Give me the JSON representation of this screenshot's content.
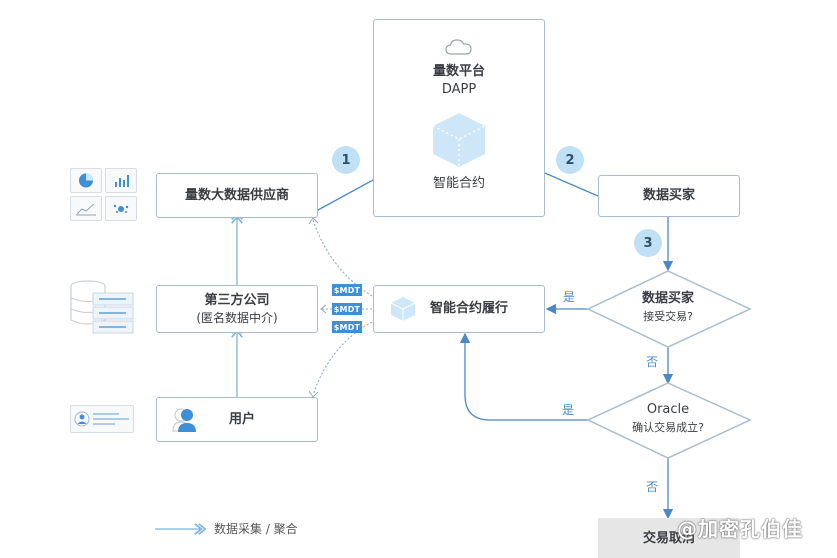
{
  "platform": {
    "title": "量数平台",
    "subtitle": "DAPP",
    "contract": "智能合约",
    "icon": "cloud-icon"
  },
  "nodes": {
    "supplier": "量数大数据供应商",
    "third_party": {
      "title": "第三方公司",
      "subtitle": "(匿名数据中介)"
    },
    "user": "用户",
    "buyer": "数据买家",
    "contract_exec": "智能合约履行",
    "cancel": "交易取消"
  },
  "decisions": {
    "accept": {
      "title": "数据买家",
      "question": "接受交易?"
    },
    "oracle": {
      "title": "Oracle",
      "question": "确认交易成立?"
    }
  },
  "steps": [
    "1",
    "2",
    "3"
  ],
  "branches": {
    "yes": "是",
    "no": "否"
  },
  "tokens": [
    "$MDT",
    "$MDT",
    "$MDT"
  ],
  "legend": {
    "data_collect": "数据采集 / 聚合"
  },
  "watermark": "@加密孔伯佳",
  "colors": {
    "accent": "#4b88c7",
    "badge": "#bfe0f5",
    "token": "#3f8fd6",
    "border": "#a9bccb"
  }
}
